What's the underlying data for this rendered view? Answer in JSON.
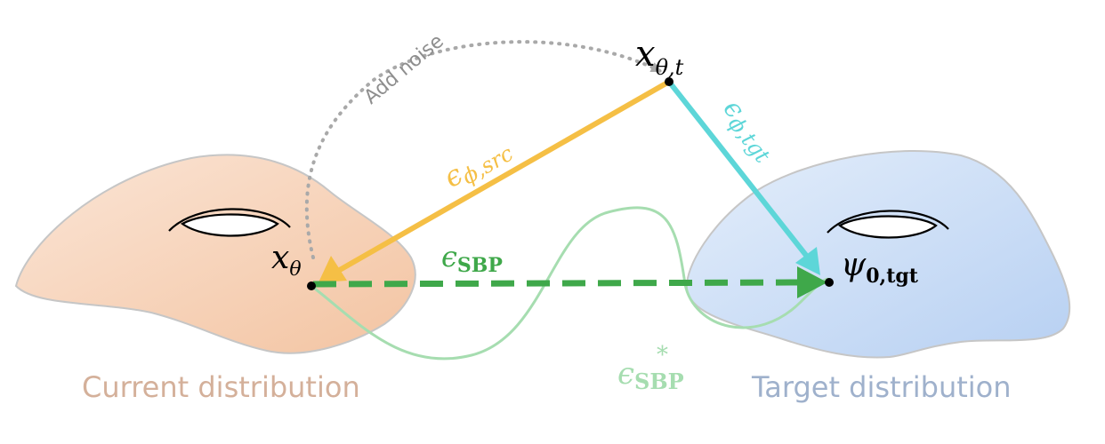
{
  "diagram": {
    "labels": {
      "add_noise": "Add noise",
      "x_theta_t_base": "x",
      "x_theta_t_sub": "θ,t",
      "x_theta_base": "x",
      "x_theta_sub": "θ",
      "psi_base": "ψ",
      "psi_sub": "0,tgt",
      "eps_src_base": "ϵ",
      "eps_src_sub": "ϕ,src",
      "eps_tgt_base": "ϵ",
      "eps_tgt_sub": "ϕ,tgt",
      "eps_sbp_base": "ϵ",
      "eps_sbp_sub": "SBP",
      "eps_sbp_star_base": "ϵ",
      "eps_sbp_star_sub": "SBP",
      "eps_sbp_star_sup": "*",
      "current_distribution": "Current distribution",
      "target_distribution": "Target distribution"
    },
    "colors": {
      "src_arrow": "#f5bf45",
      "tgt_arrow": "#5dd6d8",
      "sbp_arrow": "#3fa84a",
      "sbp_star_curve": "#a6ddb0",
      "noise_path": "#a9a9a9",
      "current_region": "#f7d6bd",
      "target_region": "#c9ddf6",
      "current_label": "#d4b09a",
      "target_label": "#9fb1cc"
    }
  }
}
